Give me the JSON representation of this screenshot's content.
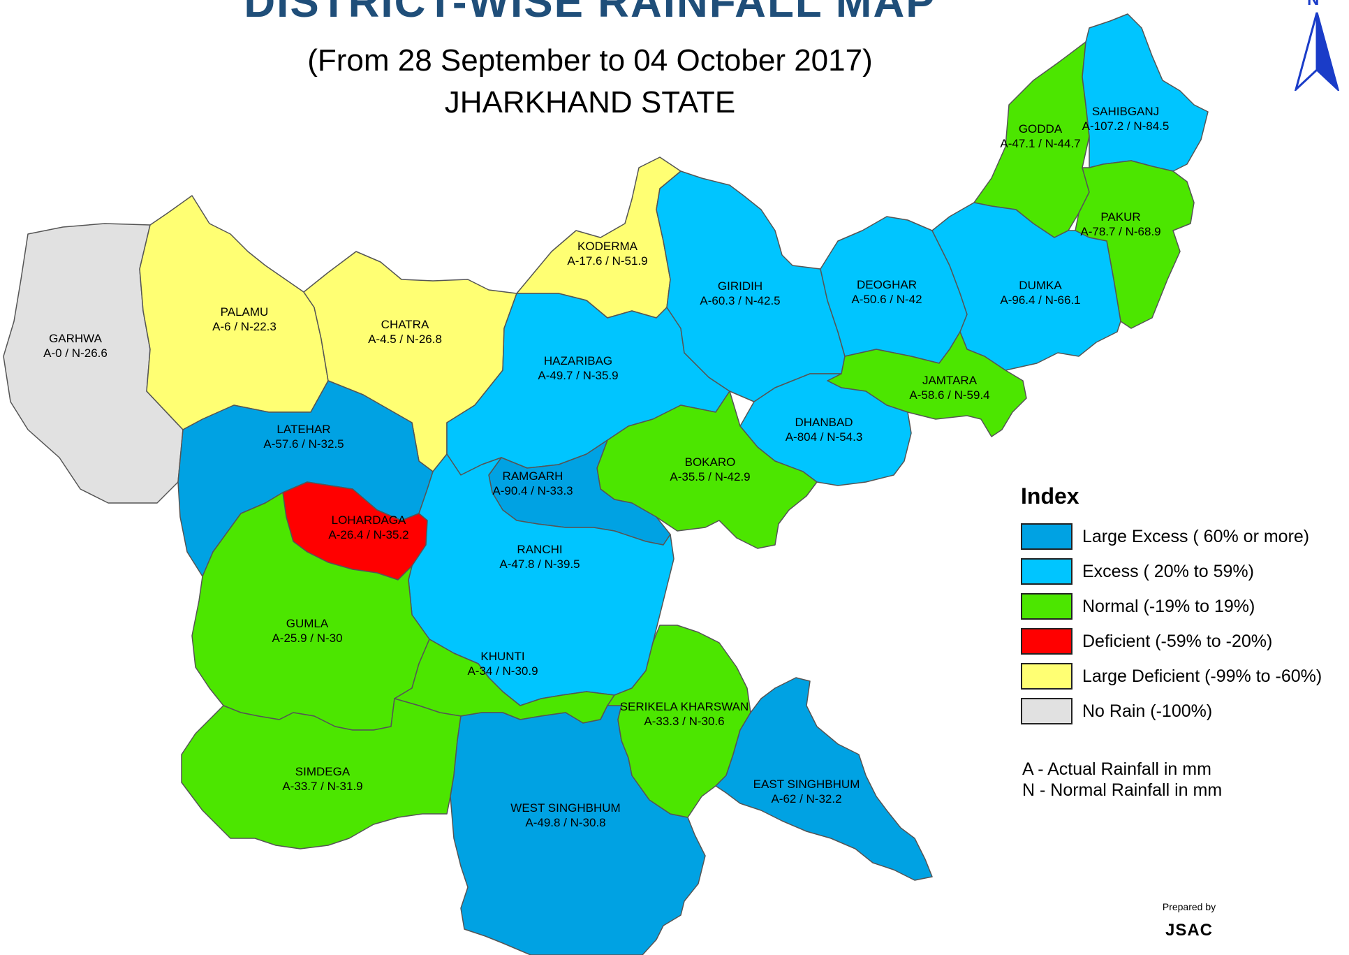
{
  "title": {
    "main": "DISTRICT-WISE RAINFALL MAP",
    "period": "(From 28 September to 04 October 2017)",
    "state": "JHARKHAND STATE"
  },
  "categories": {
    "large_excess": {
      "label": "Large Excess ( 60% or more)",
      "color": "#00A2E3"
    },
    "excess": {
      "label": "Excess ( 20% to 59%)",
      "color": "#00C5FF"
    },
    "normal": {
      "label": "Normal (-19% to 19%)",
      "color": "#4CE600"
    },
    "deficient": {
      "label": "Deficient (-59% to -20%)",
      "color": "#FF0000"
    },
    "large_deficient": {
      "label": "Large Deficient (-99% to -60%)",
      "color": "#FFFF73"
    },
    "no_rain": {
      "label": "No Rain (-100%)",
      "color": "#E1E1E1"
    }
  },
  "legend": {
    "title": "Index",
    "order": [
      "large_excess",
      "excess",
      "normal",
      "deficient",
      "large_deficient",
      "no_rain"
    ]
  },
  "notes": {
    "actual": "A - Actual Rainfall in mm",
    "normal": "N - Normal Rainfall in mm"
  },
  "credit": {
    "prepared_by": "Prepared by",
    "org": "JSAC"
  },
  "north_arrow": {
    "letter": "N",
    "icon": "north-arrow-icon"
  },
  "districts": [
    {
      "id": "garhwa",
      "name": "GARHWA",
      "values": "A-0 / N-26.6",
      "category": "no_rain"
    },
    {
      "id": "palamu",
      "name": "PALAMU",
      "values": "A-6 / N-22.3",
      "category": "large_deficient"
    },
    {
      "id": "chatra",
      "name": "CHATRA",
      "values": "A-4.5 / N-26.8",
      "category": "large_deficient"
    },
    {
      "id": "koderma",
      "name": "KODERMA",
      "values": "A-17.6 / N-51.9",
      "category": "large_deficient"
    },
    {
      "id": "giridih",
      "name": "GIRIDIH",
      "values": "A-60.3 / N-42.5",
      "category": "excess"
    },
    {
      "id": "deoghar",
      "name": "DEOGHAR",
      "values": "A-50.6 / N-42",
      "category": "excess"
    },
    {
      "id": "godda",
      "name": "GODDA",
      "values": "A-47.1 / N-44.7",
      "category": "normal"
    },
    {
      "id": "sahibganj",
      "name": "SAHIBGANJ",
      "values": "A-107.2 / N-84.5",
      "category": "excess"
    },
    {
      "id": "pakur",
      "name": "PAKUR",
      "values": "A-78.7 / N-68.9",
      "category": "normal"
    },
    {
      "id": "dumka",
      "name": "DUMKA",
      "values": "A-96.4 / N-66.1",
      "category": "excess"
    },
    {
      "id": "jamtara",
      "name": "JAMTARA",
      "values": "A-58.6 / N-59.4",
      "category": "normal"
    },
    {
      "id": "dhanbad",
      "name": "DHANBAD",
      "values": "A-804 / N-54.3",
      "category": "excess"
    },
    {
      "id": "bokaro",
      "name": "BOKARO",
      "values": "A-35.5 / N-42.9",
      "category": "normal"
    },
    {
      "id": "hazaribag",
      "name": "HAZARIBAG",
      "values": "A-49.7 / N-35.9",
      "category": "excess"
    },
    {
      "id": "ramgarh",
      "name": "RAMGARH",
      "values": "A-90.4 / N-33.3",
      "category": "large_excess"
    },
    {
      "id": "latehar",
      "name": "LATEHAR",
      "values": "A-57.6 / N-32.5",
      "category": "large_excess"
    },
    {
      "id": "lohardaga",
      "name": "LOHARDAGA",
      "values": "A-26.4 / N-35.2",
      "category": "deficient"
    },
    {
      "id": "ranchi",
      "name": "RANCHI",
      "values": "A-47.8 / N-39.5",
      "category": "excess"
    },
    {
      "id": "gumla",
      "name": "GUMLA",
      "values": "A-25.9 / N-30",
      "category": "normal"
    },
    {
      "id": "khunti",
      "name": "KHUNTI",
      "values": "A-34 / N-30.9",
      "category": "normal"
    },
    {
      "id": "simdega",
      "name": "SIMDEGA",
      "values": "A-33.7 / N-31.9",
      "category": "normal"
    },
    {
      "id": "west_singhbhum",
      "name": "WEST SINGHBHUM",
      "values": "A-49.8 / N-30.8",
      "category": "large_excess"
    },
    {
      "id": "serikela",
      "name": "SERIKELA KHARSWAN",
      "values": "A-33.3 / N-30.6",
      "category": "normal"
    },
    {
      "id": "east_singhbhum",
      "name": "EAST SINGHBHUM",
      "values": "A-62 / N-32.2",
      "category": "large_excess"
    }
  ]
}
